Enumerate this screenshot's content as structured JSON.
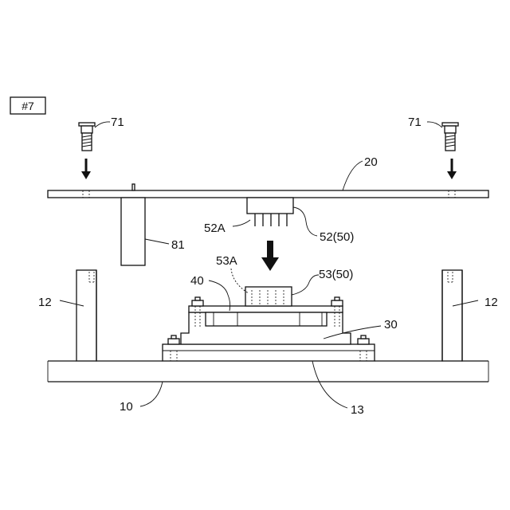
{
  "figure": {
    "label": "#7"
  },
  "labels": {
    "screw_left": "71",
    "screw_right": "71",
    "board": "20",
    "part_81": "81",
    "connector_pins": "52A",
    "connector_upper": "52(50)",
    "connector_lower_pins": "53A",
    "connector_lower": "53(50)",
    "part_40": "40",
    "part_30": "30",
    "post_left": "12",
    "post_right": "12",
    "base": "10",
    "base_recess": "13"
  }
}
